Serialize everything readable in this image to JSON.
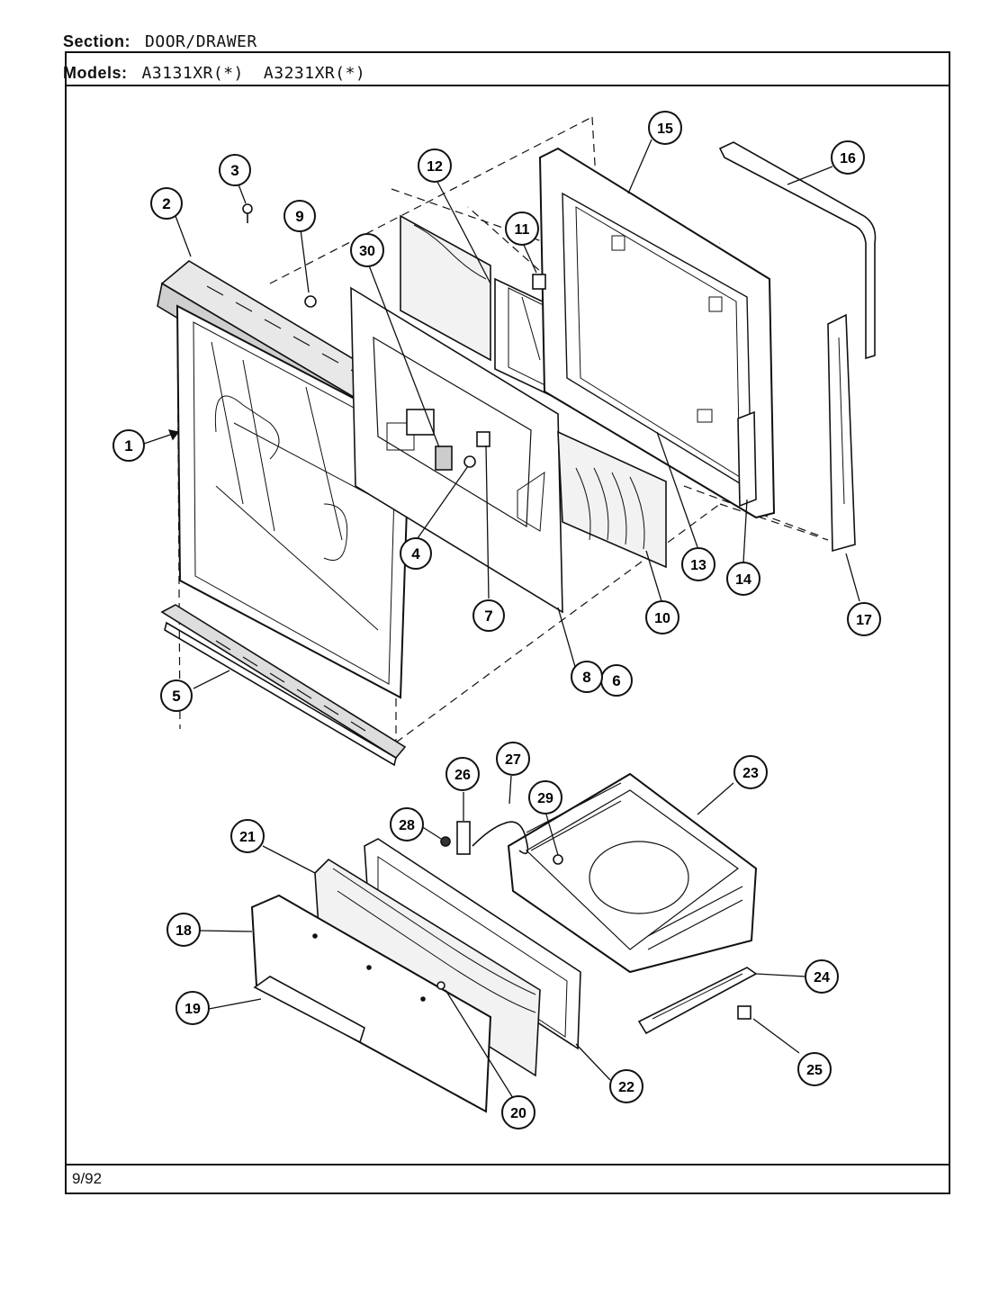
{
  "header": {
    "section_label": "Section:",
    "section_value": "DOOR/DRAWER",
    "models_label": "Models:",
    "model_1": "A3131XR(*)",
    "model_2": "A3231XR(*)"
  },
  "callouts": [
    {
      "id": "c1",
      "number": "1"
    },
    {
      "id": "c2",
      "number": "2"
    },
    {
      "id": "c3",
      "number": "3"
    },
    {
      "id": "c4",
      "number": "4"
    },
    {
      "id": "c5",
      "number": "5"
    },
    {
      "id": "c6",
      "number": "6"
    },
    {
      "id": "c7",
      "number": "7"
    },
    {
      "id": "c8",
      "number": "8"
    },
    {
      "id": "c9",
      "number": "9"
    },
    {
      "id": "c10",
      "number": "10"
    },
    {
      "id": "c11",
      "number": "11"
    },
    {
      "id": "c12",
      "number": "12"
    },
    {
      "id": "c13",
      "number": "13"
    },
    {
      "id": "c14",
      "number": "14"
    },
    {
      "id": "c15",
      "number": "15"
    },
    {
      "id": "c16",
      "number": "16"
    },
    {
      "id": "c17",
      "number": "17"
    },
    {
      "id": "c18",
      "number": "18"
    },
    {
      "id": "c19",
      "number": "19"
    },
    {
      "id": "c20",
      "number": "20"
    },
    {
      "id": "c21",
      "number": "21"
    },
    {
      "id": "c22",
      "number": "22"
    },
    {
      "id": "c23",
      "number": "23"
    },
    {
      "id": "c24",
      "number": "24"
    },
    {
      "id": "c25",
      "number": "25"
    },
    {
      "id": "c26",
      "number": "26"
    },
    {
      "id": "c27",
      "number": "27"
    },
    {
      "id": "c28",
      "number": "28"
    },
    {
      "id": "c29",
      "number": "29"
    },
    {
      "id": "c30",
      "number": "30"
    }
  ],
  "footer": {
    "date": "9/92"
  }
}
